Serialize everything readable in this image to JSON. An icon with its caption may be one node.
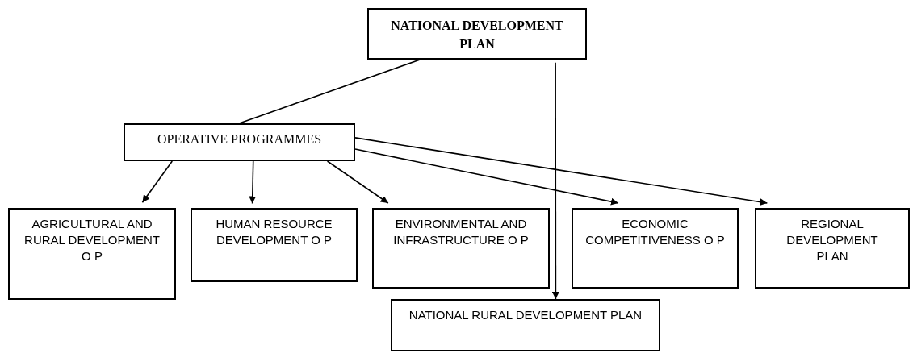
{
  "diagram": {
    "nodes": [
      {
        "text": [
          "NATIONAL DEVELOPMENT PLAN"
        ]
      },
      {
        "text": [
          "OPERATIVE PROGRAMMES"
        ]
      },
      {
        "text": [
          "AGRICULTURAL AND RURAL DEVELOPMENT O P"
        ]
      },
      {
        "text": [
          "HUMAN RESOURCE DEVELOPMENT O P"
        ]
      },
      {
        "text": [
          "ENVIRONMENTAL AND INFRASTRUCTURE O P"
        ]
      },
      {
        "text": [
          "ECONOMIC COMPETITIVENESS O P"
        ]
      },
      {
        "text": [
          "REGIONAL DEVELOPMENT PLAN"
        ]
      },
      {
        "text": [
          "NATIONAL RURAL DEVELOPMENT PLAN"
        ]
      }
    ],
    "edges": [
      {
        "from": 0,
        "to": 1,
        "arrow": "none"
      },
      {
        "from": 0,
        "to": 7,
        "arrow": "to"
      },
      {
        "from": 1,
        "to": 2,
        "arrow": "to"
      },
      {
        "from": 1,
        "to": 3,
        "arrow": "to"
      },
      {
        "from": 1,
        "to": 4,
        "arrow": "to"
      },
      {
        "from": 1,
        "to": 5,
        "arrow": "to"
      },
      {
        "from": 1,
        "to": 6,
        "arrow": "to"
      }
    ]
  }
}
